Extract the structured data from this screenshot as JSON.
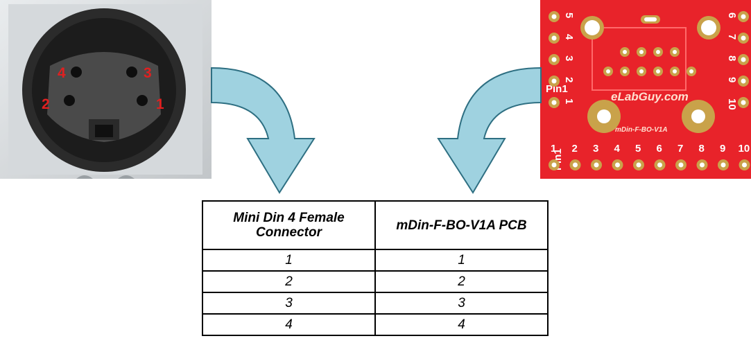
{
  "connector_photo": {
    "pin_labels": [
      "1",
      "2",
      "3",
      "4"
    ]
  },
  "pcb_photo": {
    "site": "eLabGuy.com",
    "part": "mDin-F-BO-V1A",
    "pin1_label": "Pin1",
    "bottom_numbers": [
      "1",
      "2",
      "3",
      "4",
      "5",
      "6",
      "7",
      "8",
      "9",
      "10"
    ],
    "left_numbers": [
      "5",
      "4",
      "3",
      "2",
      "1"
    ],
    "right_numbers": [
      "6",
      "7",
      "8",
      "9",
      "10"
    ]
  },
  "table": {
    "headers": [
      "Mini Din 4 Female Connector",
      "mDin-F-BO-V1A PCB"
    ],
    "rows": [
      [
        "1",
        "1"
      ],
      [
        "2",
        "2"
      ],
      [
        "3",
        "3"
      ],
      [
        "4",
        "4"
      ]
    ]
  },
  "colors": {
    "arrow_fill": "#9fd2e0",
    "pcb_red": "#e8232a",
    "pad_gold": "#c9a24a",
    "pin_label_red": "#e02020"
  }
}
